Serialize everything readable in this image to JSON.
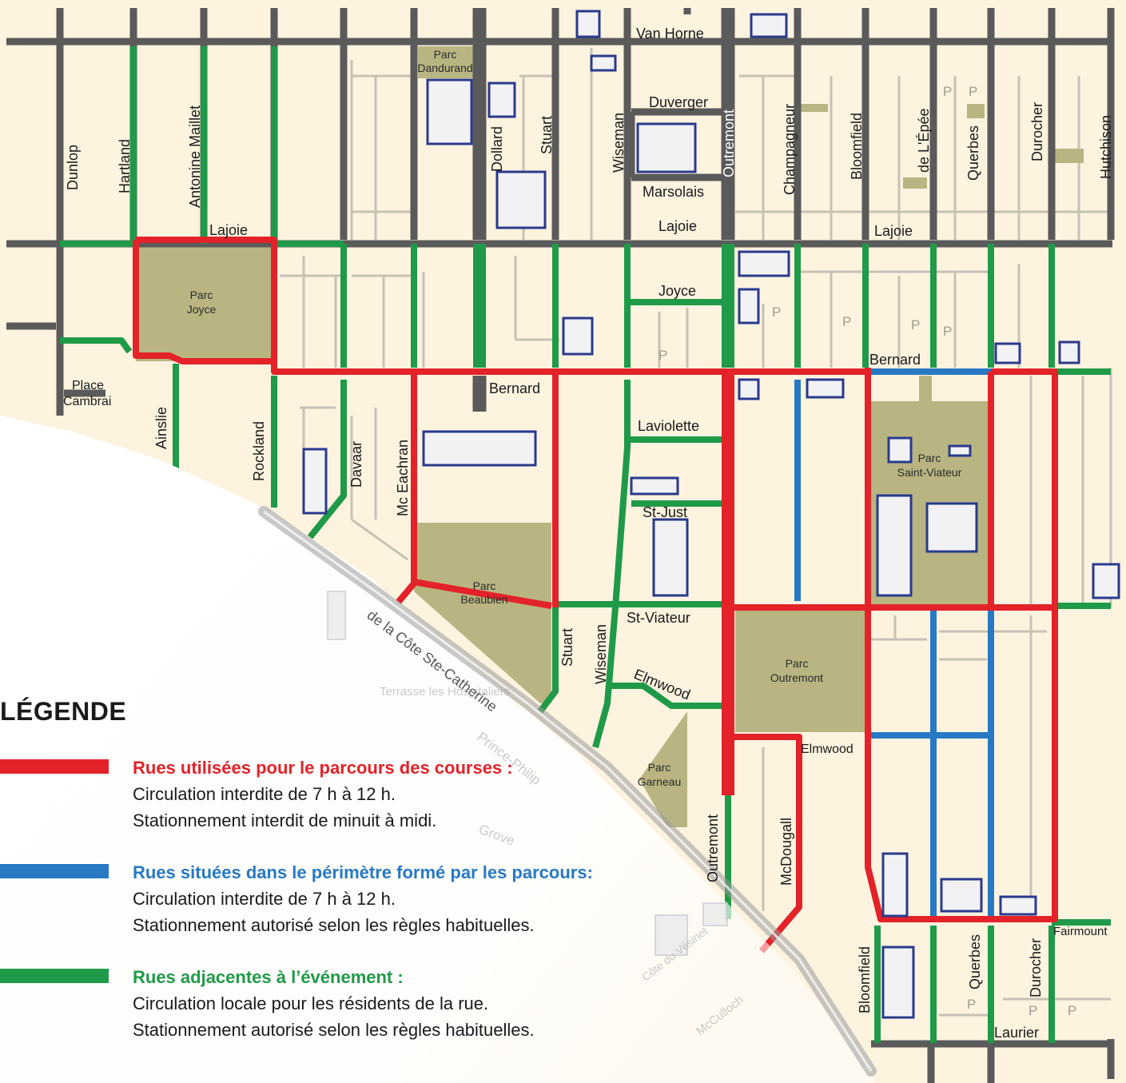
{
  "colors": {
    "background": "#fdf3df",
    "street": "#5a5a5a",
    "park": "#b9b582",
    "route_red": "#e32229",
    "perimeter_blue": "#2779c4",
    "adjacent_green": "#1f9a48"
  },
  "streets": {
    "van_horne": "Van Horne",
    "duverger": "Duverger",
    "marsolais": "Marsolais",
    "lajoie_1": "Lajoie",
    "lajoie_2": "Lajoie",
    "lajoie_3": "Lajoie",
    "joyce": "Joyce",
    "bernard_1": "Bernard",
    "bernard_2": "Bernard",
    "laviolette": "Laviolette",
    "st_just": "St-Just",
    "st_viateur": "St-Viateur",
    "elmwood_1": "Elmwood",
    "elmwood_2": "Elmwood",
    "fairmount": "Fairmount",
    "laurier": "Laurier",
    "dunlop": "Dunlop",
    "hartland": "Hartland",
    "antonine_maillet": "Antonine Maillet",
    "dollard": "Dollard",
    "stuart_1": "Stuart",
    "stuart_2": "Stuart",
    "wiseman_1": "Wiseman",
    "wiseman_2": "Wiseman",
    "outremont_1": "Outremont",
    "outremont_2": "Outremont",
    "champagneur": "Champagneur",
    "bloomfield_1": "Bloomfield",
    "bloomfield_2": "Bloomfield",
    "de_lepee": "de L'Épée",
    "querbes_1": "Querbes",
    "querbes_2": "Querbes",
    "durocher_1": "Durocher",
    "durocher_2": "Durocher",
    "hutchison": "Hutchison",
    "ainslie": "Ainslie",
    "rockland": "Rockland",
    "davaar": "Davaar",
    "mc_eachran": "Mc Eachran",
    "mcdougall": "McDougall",
    "cote_ste_catherine": "de la Côte Ste-Catherine",
    "place_cambrai_1": "Place",
    "place_cambrai_2": "Cambrai"
  },
  "faint_labels": {
    "prince_philip": "Prince-Philip",
    "cote_du_vesinet": "Côte du Vésinet",
    "mcculloch": "McCulloch",
    "grove": "Grove",
    "terrasse": "Terrasse les Hospitaliers"
  },
  "parks": {
    "dandurand": [
      "Parc",
      "Dandurand"
    ],
    "joyce": [
      "Parc",
      "Joyce"
    ],
    "beaubien": [
      "Parc",
      "Beaubien"
    ],
    "saint_viateur": [
      "Parc",
      "Saint-Viateur"
    ],
    "outremont": [
      "Parc",
      "Outremont"
    ],
    "garneau": [
      "Parc",
      "Garneau"
    ]
  },
  "parking_symbol": "P",
  "legend": {
    "title": "LÉGENDE",
    "items": [
      {
        "key": "red",
        "heading": "Rues utilisées pour le parcours des courses :",
        "line1": "Circulation interdite de 7 h à 12 h.",
        "line2": "Stationnement interdit de minuit à midi.",
        "color": "#e32229"
      },
      {
        "key": "blue",
        "heading": "Rues situées dans le périmètre formé par les parcours:",
        "line1": "Circulation interdite de 7 h à 12 h.",
        "line2": "Stationnement autorisé selon les règles habituelles.",
        "color": "#2779c4"
      },
      {
        "key": "green",
        "heading": "Rues adjacentes à l’événement :",
        "line1": "Circulation locale pour les résidents de la rue.",
        "line2": "Stationnement autorisé selon les règles habituelles.",
        "color": "#1f9a48"
      }
    ]
  }
}
